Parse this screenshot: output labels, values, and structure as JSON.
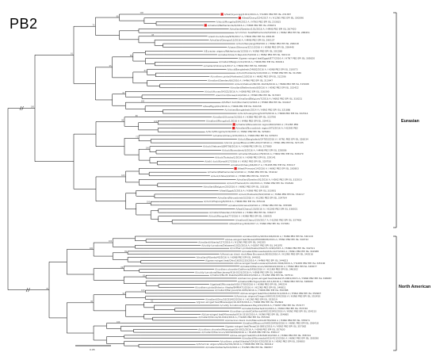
{
  "figure": {
    "title": "PB2",
    "clades": [
      "Eurasian",
      "North American"
    ],
    "scale_label": "0.05",
    "highlight_color": "#e02020",
    "line_color": "#000000"
  },
  "bootstrap_values": [
    "100",
    "98",
    "99",
    "87",
    "96",
    "100",
    "97",
    "95",
    "79",
    "100",
    "88",
    "100",
    "72",
    "99",
    "100",
    "100",
    "91",
    "89",
    "100",
    "85",
    "99",
    "100",
    "100",
    "82",
    "94",
    "100",
    "90",
    "100",
    "76",
    "99",
    "100",
    "98"
  ],
  "eurasian_leaves": [
    "A/teal/Gyeonggi/1011/2016 A / H12N5 PB2 EPI ISL 231387",
    "A/teal/Chany/224/2017 A / H12N5 PB2 EPI ISL 300396",
    "A/duck/Mongolia/594/2015 A / H7N3 PB2 EPI ISL 233615",
    "A/mallard/Netherlands/4/2016 A / H3N8 PB2 EPI ISL 258231",
    "A/mallard/Sweden/101/2016 A / H4N6 PB2 EPI ISL 267420",
    "A/common teal/Netherlands/5/2016 A / H6N2 PB2 EPI ISL 288451",
    "A/wild duck/Korea/SH0/2017 A / H5N2 PB2 EPI ISL 289145",
    "A/mallard/Georgia/12/2016 A / H4N6 PB2 EPI ISL 290137",
    "A/duck/Sanjiang/28/2016 A / H6N2 PB2 EPI ISL 296018",
    "A/swan/Shimane/3211/2016 A / H5N8 PB2 EPI ISL 299440",
    "A/Eurasian wigeon/Netherlands/1/2016 A / H3N8 PB2 EPI ISL 301288",
    "A/mallard/Czech Republic/5/2016 A / H6N2 PB2 EPI ISL 302114",
    "A/green-winged teal/Egypt/877/2016 A / H7N7 PB2 EPI ISL 305820",
    "A/mallard/Belgium/12/2016 A / H4N6 PB2 EPI ISL 306911",
    "A/mallard/Ukraine/1/2017 A / H6N2 PB2 EPI ISL 308462",
    "A/duck/Bangladesh/24682/2016 A / H3N8 PB2 EPI ISL 310073",
    "A/duck/Hokkaido/110/2016 A / H3N8 PB2 EPI ISL 311580",
    "A/northern pintail/Hokkaido/13/2016 A / H6N2 PB2 EPI ISL 312206",
    "A/mallard/Sweden/66/2016 A / H4N6 PB2 EPI ISL 313947",
    "A/duck/Vietnam/NCVD-16A56/2016 A / H6N6 PB2 EPI ISL 315008",
    "A/mallard/Netherlands/9/2016 A / H5N2 PB2 EPI ISL 315422",
    "A/duck/Hunan/S4322/2016 A / H3N8 PB2 EPI ISL 316390",
    "A/wild bird/Korea/A14/2016 A / H5N8 PB2 EPI ISL 317003",
    "A/mallard/Belgium/7/2016 A / H6N2 PB2 EPI ISL 318221",
    "A/tufted duck/Denmark/1/2016 A / H5N8 PB2 EPI ISL 319447",
    "A/teal/Egypt/12/2016 A / H4N6 PB2 EPI ISL 320158",
    "A/chicken/Bangladesh/2014 A / H9N2 PB2 EPI ISL 321886",
    "A/duck/Guangdong/S1070/2016 A / H6N6 PB2 EPI ISL 322514",
    "A/mallard/Ukraine/3/2016 A / H3N8 PB2 EPI ISL 323790",
    "A/mallard/Mongolia/1/2016 A / H4N6 PB2 EPI ISL 324411",
    "A/mallard/Novosibirsk region/962/2016 A / H12N5 PB2",
    "A/mallard/Novosibirsk region/975/2016 A / H12N5 PB2",
    "A/duck/Mongolia/119/2015 A / H6N2 PB2 EPI ISL 325001",
    "A/mallard/Chany/215/2016 A / H4N6 PB2 EPI ISL 325672",
    "A/duck/Bangladesh/24785/2016 A / H7N1 PB2 EPI ISL 326034",
    "A/snow goose/Missouri/MO-AIS/27/2016 A / H5N1 PB2 EPI ISL 327135",
    "A/duck/Vietnam/LBM708/2016 A / H3N8 PB2 EPI ISL 327880",
    "A/duck/Novosibirsk/3/2016 A / H4N6 PB2 EPI ISL 328006",
    "A/mallard/Sweden/78/2016 A / H6N2 PB2 EPI ISL 328479",
    "A/duck/Tsukuba/1/2016 A / H3N8 PB2 EPI ISL 329141",
    "A/wild duck/Korea/H17/2016 A / H5N2 PB2 EPI ISL 329750",
    "A/mallard/Chany/66/2017 A / H12N5 PB2 EPI ISL 330117",
    "A/teal/Primorje/14/2016 A / H6N2 PB2 EPI ISL 330803",
    "A/mallard/Netherlands/12/2016 A / H4N6 PB2 EPI ISL 331042",
    "A/duck/Chiba/4/2016 A / H3N8 PB2 EPI ISL 331578",
    "A/mallard/Sweden/91/2016 A / H5N2 PB2 EPI ISL 332010",
    "A/duck/Thailand/CU-16/2016 A / H4N6 PB2 EPI ISL 332649",
    "A/mallard/Belgium/20/2016 A / H6N2 PB2 EPI ISL 333185",
    "A/teal/Egypt/2/2016 A / H3N8 PB2 EPI ISL 333901",
    "A/duck/Hokkaido/W22/2016 A / H4N6 PB2 EPI ISL 334217",
    "A/mallard/Novosibirsk/5/2016 A / H12N5 PB2 EPI ISL 334764",
    "A/duck/Zhejiang/6/2016 A / H6N6 PB2 EPI ISL 335102",
    "A/mallard/Ukraine/9/2016 A / H5N2 PB2 EPI ISL 335588",
    "A/teal/Chany/130/2016 A / H12N5 PB2 EPI ISL 336021",
    "A/mallard/Sweden/132/2016 A / H4N6 PB2 EPI ISL 336477",
    "A/duck/Mongolia/77/2016 A / H3N8 PB2 EPI ISL 336935",
    "A/mallard/Chany/219/2017 A / H12N5 PB2 EPI ISL 337406",
    "A/teal/Chany/444/2017 A / H4N6 PB2 EPI ISL 337981"
  ],
  "north_american_leaves": [
    "A/mallard/Ohio/16OS1166/2016 A / H4N6 PB2 EPI ISL 340118",
    "A/blue-winged teal/Texas/AH0099028/2016 A / H5N2 PB2 EPI ISL 340722",
    "A/mallard/Alberta/127/2016 A / H12N5 PB2 EPI ISL 341205",
    "A/ruddy turnstone/Delaware/1022/2016 A / H10N7 PB2 EPI ISL 341870",
    "A/northern pintail/Alaska/UGAI15-1190/2015 A / H4N6 PB2 EPI ISL 342311",
    "A/mallard/Minnesota/AI16-1127/2016 A / H6N1 PB2 EPI ISL 342988",
    "A/American black duck/New Brunswick/0035/2016 A / H12N5 PB2 EPI ISL 343516",
    "A/mallard/Alberta/45/2016 A / H3N8 PB2 EPI ISL 344001",
    "A/green-winged teal/Ohio/16OS1233/2016 A / H4N8 PB2 EPI ISL 344623",
    "A/blue-winged teal/Louisiana/UGAI16-3044/2016 A / H12N5 PB2 EPI ISL 345190",
    "A/mallard/Wisconsin/16OS0422/2016 A / H5N2 PB2 EPI ISL 345877",
    "A/northern shoveler/California/3456/2016 A / H11N9 PB2 EPI ISL 346302",
    "A/ruddy turnstone/New Jersey/AI16-0101/2016 A / H3N8 PB2 EPI ISL 346984",
    "A/mallard/North Dakota/AH0100123/2016 A / H12N5 PB2 EPI ISL 347511",
    "A/American green-winged teal/Alaska/15-0001/2015 A / H4N6 PB2 EPI ISL 348067",
    "A/mallard/Michigan/AI16-2211/2016 A / H6N2 PB2 EPI ISL 348690",
    "A/gadwall/Minnesota/AI16-2780/2016 A / H3N8 PB2 EPI ISL 349234",
    "A/northern pintail/Interior Alaska/9MP0471/2016 A / H12N5 PB2 EPI ISL 349811",
    "A/mallard/Maryland/16-0055/2016 A / H4N6 PB2 EPI ISL 350388",
    "A/blue-winged teal/Ohio/16OS1311/2016 A / H5N2 PB2 EPI ISL 350907",
    "A/American wigeon/Oregon/AH0101234/2016 A / H3N8 PB2 EPI ISL 351450",
    "A/mallard/Ohio/16OS1402/2016 A / H12N5 PB2 EPI ISL 352019",
    "A/green-winged teal/Mississippi/16-0233/2016 A / H4N6 PB2 EPI ISL 352604",
    "A/ruddy turnstone/Delaware Bay/212/2016 A / H10N7 PB2 EPI ISL 353177",
    "A/mallard/Alberta/211/2016 A / H6N2 PB2 EPI ISL 353740",
    "A/northern pintail/California/AH0102345/2016 A / H5N2 PB2 EPI ISL 354213",
    "A/blue-winged teal/Minnesota/AI16-3310/2016 A / H3N8 PB2 EPI ISL 354865",
    "A/mallard/Illinois/16-0412/2016 A / H12N5 PB2 EPI ISL 355302",
    "A/American black duck/Maine/16-0078/2016 A / H4N6 PB2 EPI ISL 355971",
    "A/mallard/Missouri/AH0103456/2016 A / H6N1 PB2 EPI ISL 356418",
    "A/green-winged teal/Texas/16-0891/2016 A / H5N2 PB2 EPI ISL 357082",
    "A/northern shoveler/Mississippi/16-0921/2016 A / H3N8 PB2 EPI ISL 357630",
    "A/mallard/Wisconsin/16OS0999/2016 A / H12N5 PB2 EPI ISL 358117",
    "A/blue-winged teal/Ohio/16OS2010/2016 A / H4N6 PB2 EPI ISL 358744",
    "A/mallard/Minnesota/AI16-4112/2016 A / H6N2 PB2 EPI ISL 359290",
    "A/northern pintail/Alaska/UGAI16-0203/2016 A / H5N2 PB2 EPI ISL 359803",
    "A/American wigeon/Alberta/301/2016 A / H3N8 PB2 EPI ISL 360412",
    "A/mallard/Alberta/412/2016 A / H12N5 PB2 EPI ISL 360957"
  ],
  "highlighted_leaves": [
    0,
    1,
    3,
    30,
    31,
    42
  ]
}
